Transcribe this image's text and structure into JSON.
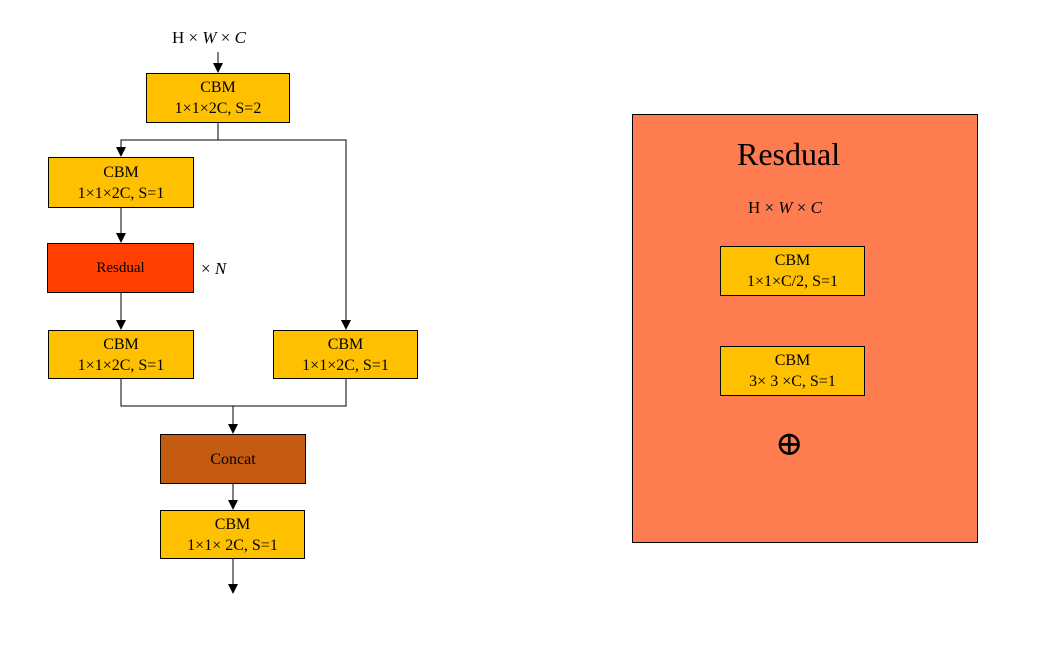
{
  "left": {
    "input_label": {
      "a": "H",
      "b": "W",
      "c": "C"
    },
    "cbm_top": {
      "title": "CBM",
      "spec": "1×1×2C, S=2"
    },
    "cbm_left1": {
      "title": "CBM",
      "spec": "1×1×2C, S=1"
    },
    "residual_block": "Resdual",
    "repeat_label": "N",
    "cbm_left2": {
      "title": "CBM",
      "spec": "1×1×2C, S=1"
    },
    "cbm_right": {
      "title": "CBM",
      "spec": "1×1×2C, S=1"
    },
    "concat": "Concat",
    "cbm_out": {
      "title": "CBM",
      "spec": "1×1× 2C, S=1"
    }
  },
  "right": {
    "title": "Resdual",
    "input_label": {
      "a": "H",
      "b": "W",
      "c": "C"
    },
    "cbm1": {
      "title": "CBM",
      "spec": "1×1×C/2, S=1"
    },
    "cbm2": {
      "title": "CBM",
      "spec": "3× 3 ×C, S=1"
    },
    "add_symbol": "⊕"
  },
  "colors": {
    "cbm": "#FFC000",
    "residual_block": "#FF4000",
    "concat": "#C55A11",
    "panel": "#FF7C50"
  }
}
